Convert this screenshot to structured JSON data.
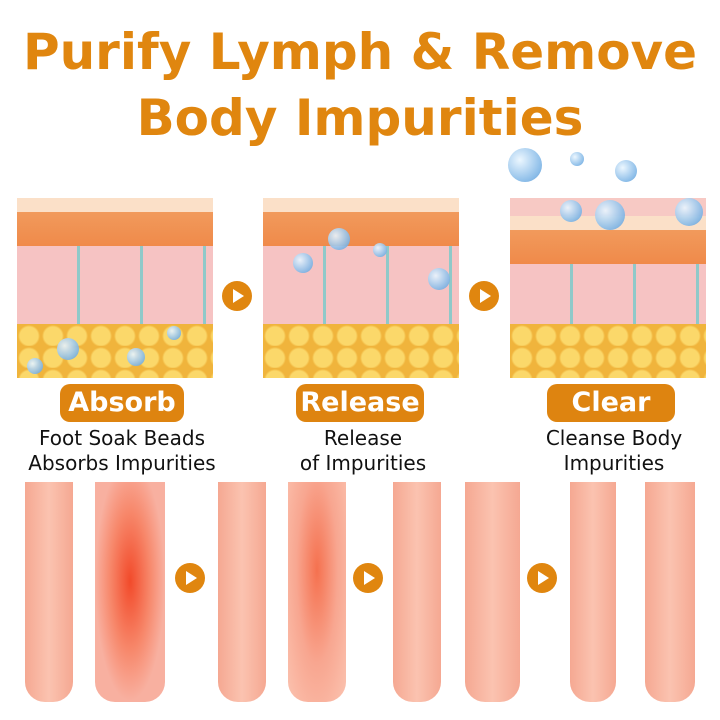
{
  "title": {
    "line1": "Purify Lymph & Remove",
    "line2": "Body Impurities"
  },
  "steps": [
    {
      "label": "Absorb",
      "desc1": "Foot Soak Beads",
      "desc2": "Absorbs Impurities"
    },
    {
      "label": "Release",
      "desc1": "Release",
      "desc2": "of Impurities"
    },
    {
      "label": "Clear",
      "desc1": "Cleanse Body",
      "desc2": "Impurities"
    }
  ],
  "colors": {
    "accent": "#DE8410"
  }
}
